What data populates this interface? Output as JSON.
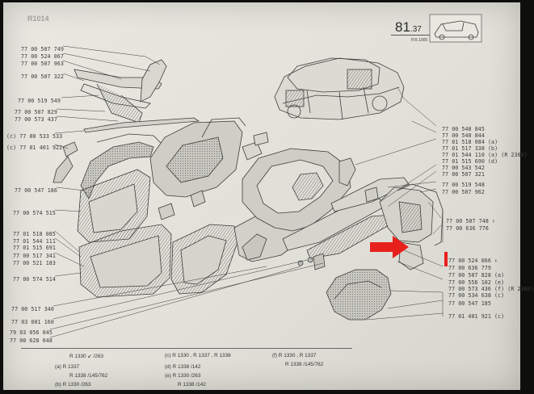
{
  "header": {
    "page_number": "81",
    "page_suffix": ".37",
    "print_ref": "P.R.1005",
    "top_partial": "R1014"
  },
  "left_labels": [
    "77 00 507 749",
    "77 00 524 067",
    "77 00 507 963",
    "77 00 507 322",
    "77 00 519 549",
    "77 00 507 829",
    "77 00 573 437",
    "(c) 77 00 533 533",
    "(c) 77 01 401 922",
    "77 00 547 186",
    "77 00 574 515",
    "77 01 518 085",
    "77 01 544 111",
    "77 01 515 691",
    "77 00 517 341",
    "77 00 521 183",
    "77 00 574 514",
    "77 00 517 340",
    "77 03 001 160",
    "79 03 056 045",
    "77 00 628 648"
  ],
  "right_labels": [
    "77 00 540 845",
    "77 00 540 844",
    "77 01 518 084 (a)",
    "77 01 517 338 (b)",
    "77 01 544 110 (a) (R 2360)",
    "77 01 515 690 (d)",
    "77 00 543 542",
    "77 00 507 321",
    "77 00 519 548",
    "77 00 507 962",
    "77 00 507 748 ↑",
    "77 00 636 776",
    "77 00 524 066 ↑",
    "77 00 636 779",
    "77 00 507 828 (a)",
    "77 00 556 102 (e)",
    "77 00 573 436 (f) (R 2360)",
    "77 00 534 638 (c)",
    "77 00 547 185",
    "77 01 401 921 (c)"
  ],
  "footer": {
    "col1": [
      "R 1330 ↙ /263",
      "(a)  R 1337",
      "R 1338 /145/762",
      "(b)  R 1330 /263"
    ],
    "col2": [
      "(c)  R 1330 , R 1337 , R 1338",
      "(d)  R 1338 /142",
      "(e)  R 1330 /263",
      "R 1338 /142"
    ],
    "col3": [
      "(f)  R 1330 , R 1337",
      "R 1338 /145/762"
    ]
  },
  "colors": {
    "page": "#e6e5de",
    "ink": "#3a3a38",
    "arrow": "#e8201c",
    "frame": "#0e0f0d"
  }
}
